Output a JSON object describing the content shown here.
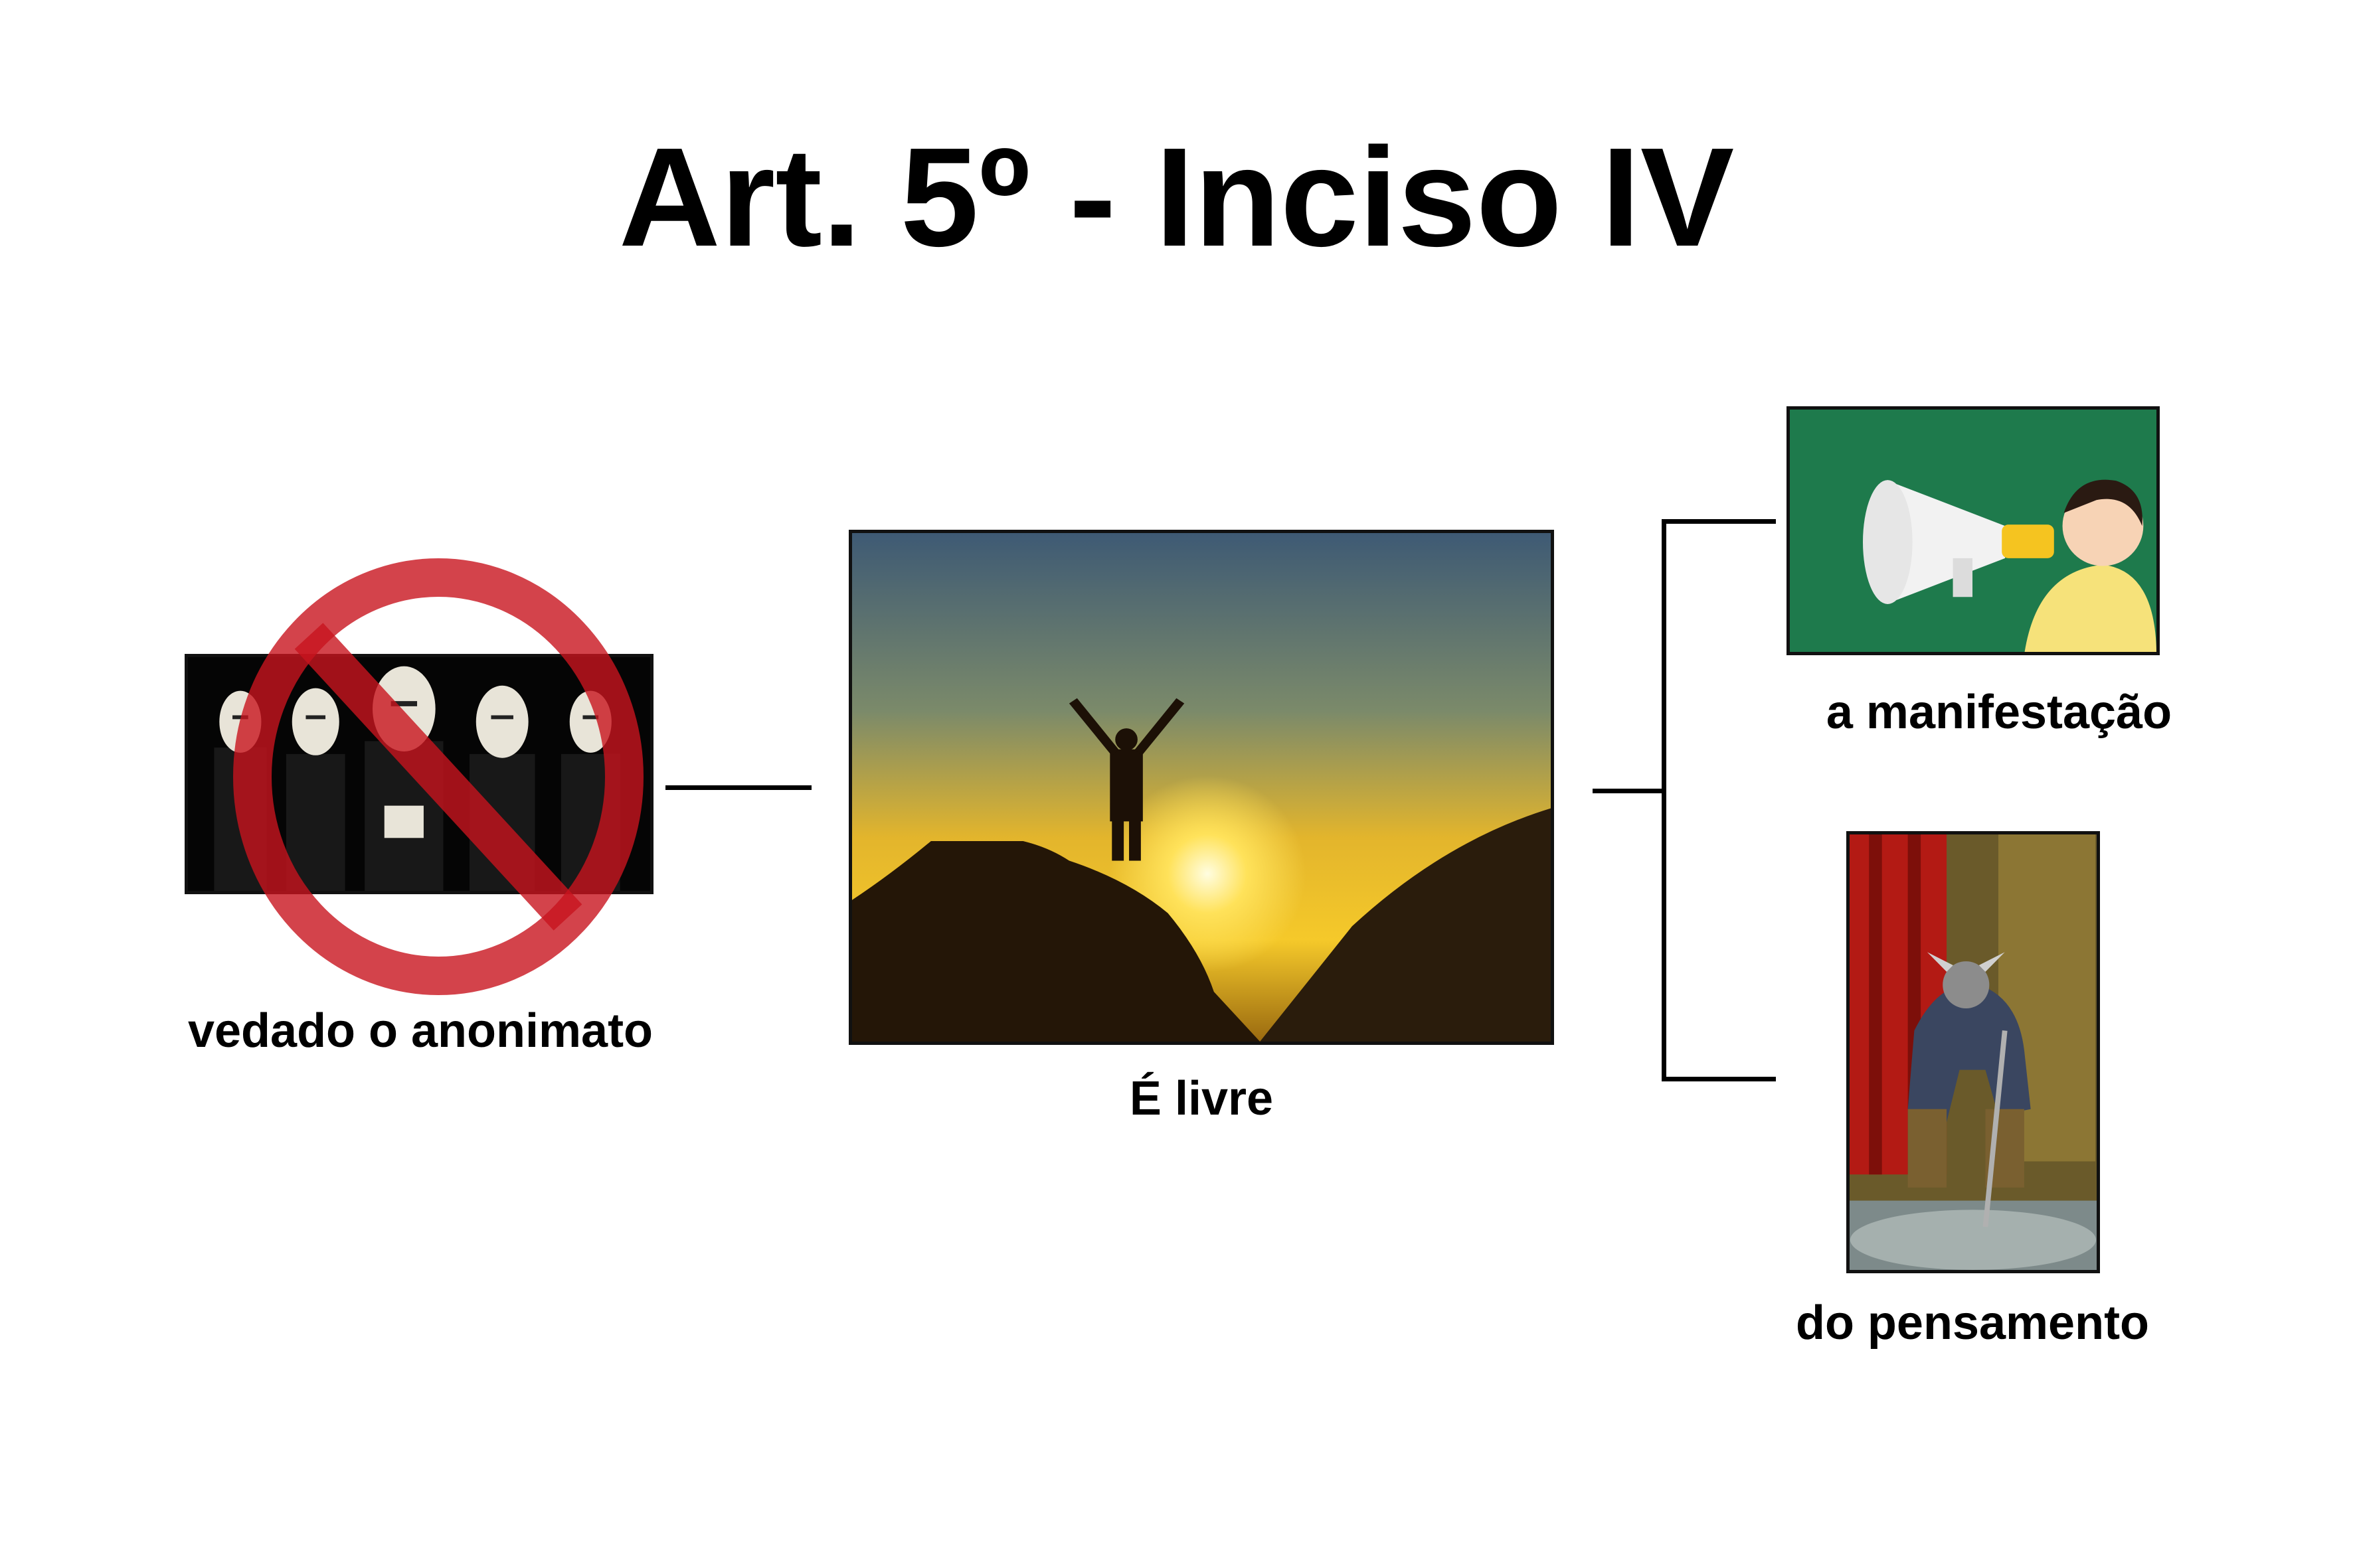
{
  "slide": {
    "title": "Art. 5º - Inciso IV",
    "center_label": "É livre",
    "left_label": "vedado o anonimato",
    "right_top_label": "a manifestação",
    "right_bottom_label": "do pensamento"
  },
  "colors": {
    "prohibition": "#c8141e",
    "manifest_bg": "#1e7a4c",
    "sunset_sky_top": "#3e5a74",
    "sunset_glow": "#ffe25a"
  },
  "icons": {
    "prohibition_sign": "no-entry-icon"
  }
}
